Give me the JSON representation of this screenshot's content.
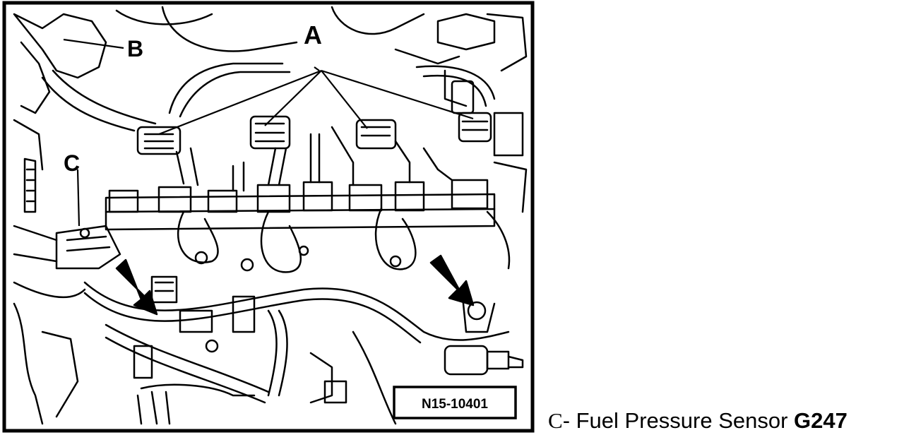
{
  "figure": {
    "callouts": {
      "a": "A",
      "b": "B",
      "c": "C"
    },
    "reference_code": "N15-10401"
  },
  "caption": {
    "letter": "C",
    "text": "- Fuel Pressure Sensor ",
    "code": "G247"
  }
}
